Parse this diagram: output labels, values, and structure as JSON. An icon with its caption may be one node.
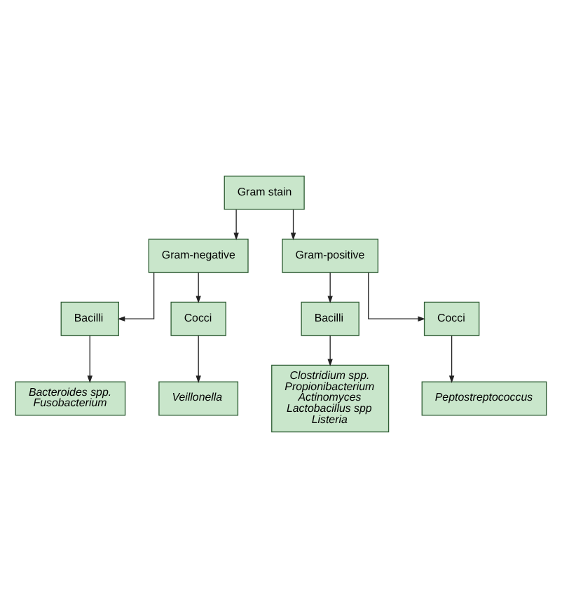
{
  "diagram": {
    "nodes": [
      {
        "text": [
          "Gram stain"
        ]
      },
      {
        "text": [
          "Gram-negative"
        ]
      },
      {
        "text": [
          "Bacilli"
        ]
      },
      {
        "text": [
          "Cocci"
        ]
      },
      {
        "text": [
          "Bacteroides spp.",
          "Fusobacterium"
        ]
      },
      {
        "text": [
          "Veillonella"
        ]
      },
      {
        "text": [
          "Gram-positive"
        ]
      },
      {
        "text": [
          "Bacilli"
        ]
      },
      {
        "text": [
          "Cocci"
        ]
      },
      {
        "text": [
          "Clostridium spp.",
          "Propionibacterium",
          "Actinomyces",
          "Lactobacillus spp",
          "Listeria"
        ]
      },
      {
        "text": [
          "Peptostreptococcus"
        ]
      }
    ],
    "edges": [
      {
        "from": 0,
        "to": 1,
        "arrow": "to"
      },
      {
        "from": 0,
        "to": 6,
        "arrow": "to"
      },
      {
        "from": 1,
        "to": 2,
        "arrow": "to"
      },
      {
        "from": 1,
        "to": 3,
        "arrow": "to"
      },
      {
        "from": 2,
        "to": 4,
        "arrow": "to"
      },
      {
        "from": 3,
        "to": 5,
        "arrow": "to"
      },
      {
        "from": 6,
        "to": 7,
        "arrow": "to"
      },
      {
        "from": 6,
        "to": 8,
        "arrow": "to"
      },
      {
        "from": 7,
        "to": 9,
        "arrow": "to"
      },
      {
        "from": 8,
        "to": 10,
        "arrow": "to"
      }
    ]
  }
}
